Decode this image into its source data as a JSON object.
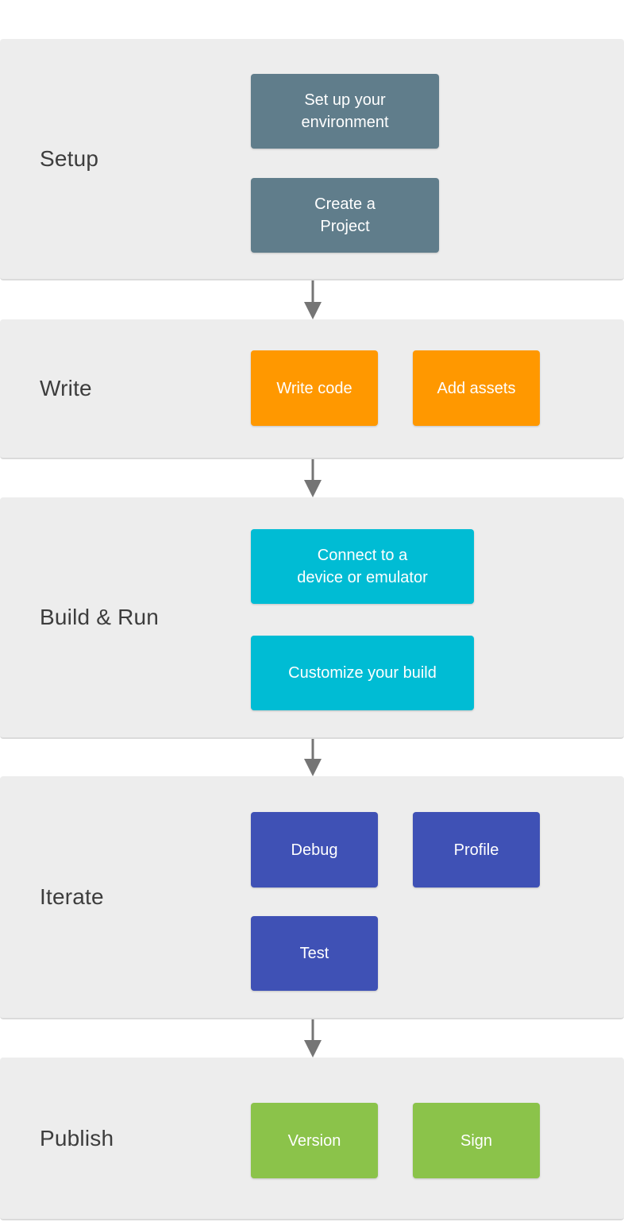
{
  "sections": [
    {
      "label": "Setup",
      "button_color": "#607D8B",
      "buttons": [
        {
          "label": "Set up your\nenvironment"
        },
        {
          "label": "Create a\nProject"
        }
      ]
    },
    {
      "label": "Write",
      "button_color": "#FF9800",
      "buttons": [
        {
          "label": "Write code"
        },
        {
          "label": "Add assets"
        }
      ]
    },
    {
      "label": "Build & Run",
      "button_color": "#00BCD4",
      "buttons": [
        {
          "label": "Connect to a\ndevice or emulator"
        },
        {
          "label": "Customize your build"
        }
      ]
    },
    {
      "label": "Iterate",
      "button_color": "#3F51B5",
      "buttons": [
        {
          "label": "Debug"
        },
        {
          "label": "Profile"
        },
        {
          "label": "Test"
        }
      ]
    },
    {
      "label": "Publish",
      "button_color": "#8BC34A",
      "buttons": [
        {
          "label": "Version"
        },
        {
          "label": "Sign"
        }
      ]
    }
  ],
  "style": {
    "panel_bg": "#EDEDED",
    "label_color": "#3D3D3D",
    "arrow_color": "#757575",
    "button_text_color": "#FFFFFF"
  }
}
